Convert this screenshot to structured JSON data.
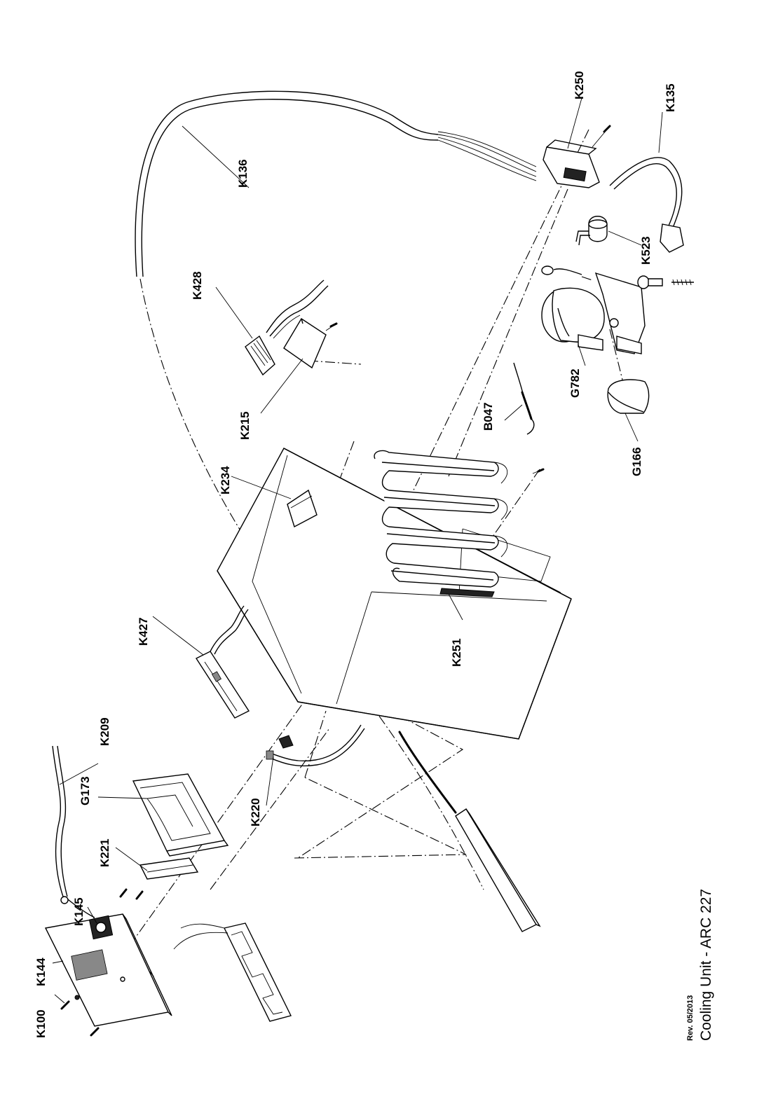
{
  "diagram": {
    "revision": "Rev. 05/2013",
    "title": "Cooling Unit - ARC 227",
    "labels": {
      "K100": "K100",
      "K144": "K144",
      "K145": "K145",
      "K221": "K221",
      "G173": "G173",
      "K209": "K209",
      "K220": "K220",
      "K427": "K427",
      "K251": "K251",
      "K234": "K234",
      "K215": "K215",
      "K428": "K428",
      "K136": "K136",
      "B047": "B047",
      "G782": "G782",
      "G166": "G166",
      "K523": "K523",
      "K250": "K250",
      "K135": "K135"
    }
  }
}
